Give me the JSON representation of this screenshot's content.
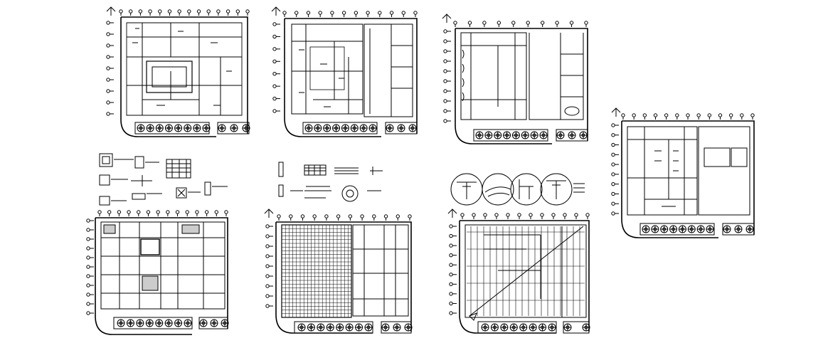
{
  "sheet": {
    "background": "#ffffff",
    "ink_color": "#000000"
  },
  "drawings": [
    {
      "id": "plan-1",
      "kind": "floor-plan",
      "row": "top"
    },
    {
      "id": "plan-2",
      "kind": "floor-plan",
      "row": "top"
    },
    {
      "id": "plan-3",
      "kind": "floor-plan",
      "row": "top"
    },
    {
      "id": "plan-4",
      "kind": "floor-plan",
      "row": "right"
    },
    {
      "id": "plan-5",
      "kind": "framing-plan",
      "row": "bottom"
    },
    {
      "id": "plan-6",
      "kind": "ceiling-grid-plan",
      "row": "bottom"
    },
    {
      "id": "plan-7",
      "kind": "roof-framing-plan",
      "row": "bottom"
    }
  ],
  "detail_groups": [
    {
      "id": "details-a",
      "count": 10
    },
    {
      "id": "details-b",
      "count": 10
    },
    {
      "id": "details-c",
      "count": 5
    }
  ]
}
